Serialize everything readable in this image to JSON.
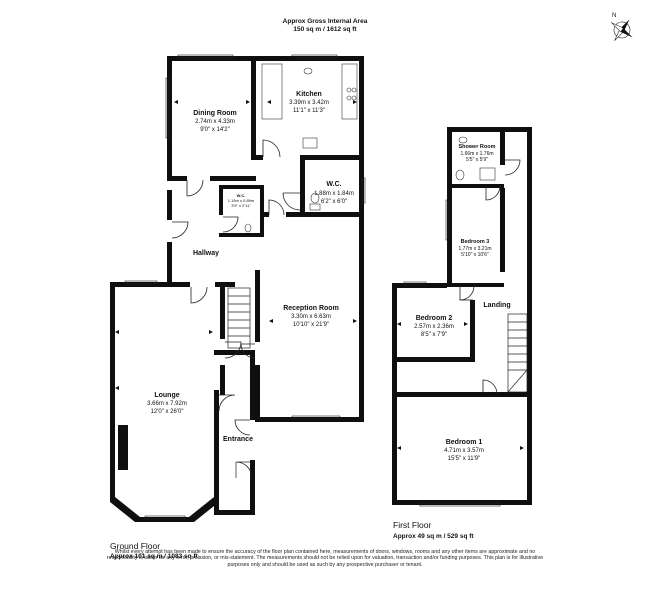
{
  "header": {
    "title": "Approx Gross Internal Area",
    "area": "150 sq m / 1612 sq ft"
  },
  "ground_floor": {
    "label": "Ground Floor",
    "area": "Approx 101 sq m / 1083 sq ft",
    "rooms": [
      {
        "name": "Dining Room",
        "metric": "2.74m x 4.33m",
        "imperial": "9'0\" x 14'2\""
      },
      {
        "name": "Kitchen",
        "metric": "3.39m x 3.42m",
        "imperial": "11'1\" x 11'3\""
      },
      {
        "name": "W.C.",
        "metric": "1.88m x 1.84m",
        "imperial": "6'2\" x 6'0\""
      },
      {
        "name": "W.C.",
        "metric": "1.15m x 0.89m",
        "imperial": "3'9\" x 2'11\""
      },
      {
        "name": "Hallway"
      },
      {
        "name": "Reception Room",
        "metric": "3.30m x 6.63m",
        "imperial": "10'10\" x 21'9\""
      },
      {
        "name": "Lounge",
        "metric": "3.66m x 7.92m",
        "imperial": "12'0\" x 26'0\""
      },
      {
        "name": "Entrance"
      }
    ]
  },
  "first_floor": {
    "label": "First Floor",
    "area": "Approx 49 sq m / 529 sq ft",
    "rooms": [
      {
        "name": "Shower Room",
        "metric": "1.66m x 1.76m",
        "imperial": "5'5\" x 5'9\""
      },
      {
        "name": "Bedroom 3",
        "metric": "1.77m x 3.21m",
        "imperial": "5'10\" x 10'6\""
      },
      {
        "name": "Bedroom 2",
        "metric": "2.57m x 2.36m",
        "imperial": "8'5\" x 7'9\""
      },
      {
        "name": "Landing"
      },
      {
        "name": "Bedroom 1",
        "metric": "4.71m x 3.57m",
        "imperial": "15'5\" x 11'9\""
      }
    ]
  },
  "compass": {
    "label": "N"
  },
  "disclaimer": "Whilst every attempt has been made to ensure the accuracy of the floor plan contained here, measurements of doors, windows, rooms and any other items are approximate and no responsibility is taken for any error, omission, or mis-statement. The measurements should not be relied upon for valuation, transaction and/or funding purposes. This plan is for illustrative purposes only and should be used as such by any prospective purchaser or tenant."
}
